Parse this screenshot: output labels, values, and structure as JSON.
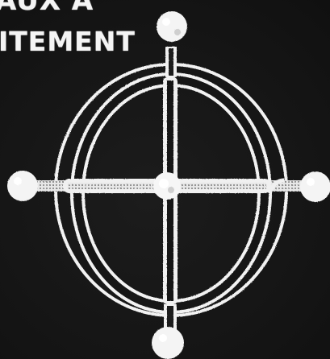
{
  "caption": {
    "line1": "AUX A",
    "line2": "ITEMENT"
  },
  "colors": {
    "background": "#151515",
    "foreground": "#f4f4f4"
  },
  "icon": "gimbal-cross-emblem"
}
